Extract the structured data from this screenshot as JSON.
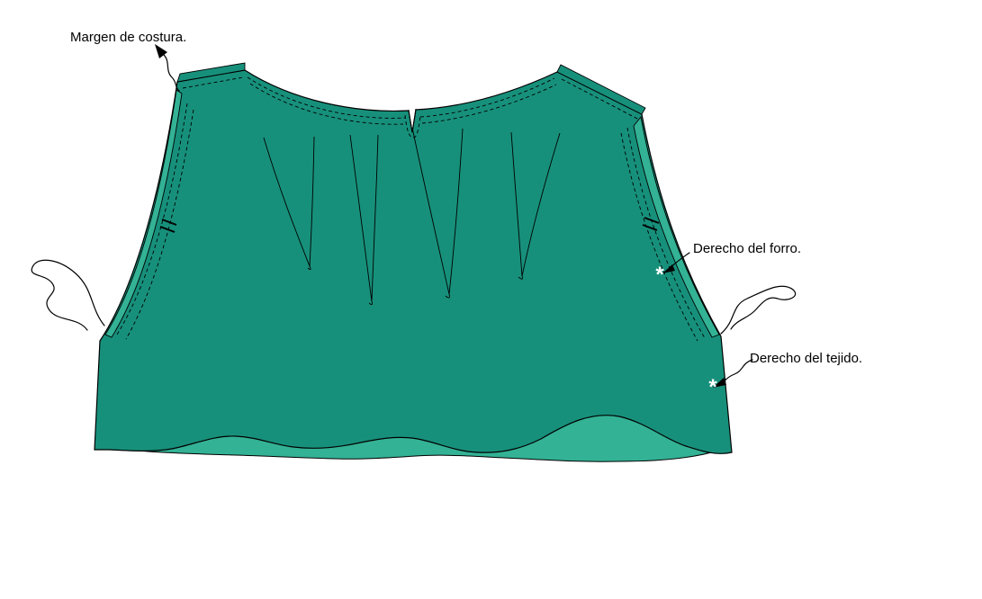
{
  "colors": {
    "background": "#ffffff",
    "fabric": "#17907B",
    "lining": "#33B295",
    "outline": "#000000",
    "marker": "#ffffff"
  },
  "annotations": {
    "seam_allowance": {
      "label": "Margen de costura."
    },
    "lining_right_side": {
      "label": "Derecho del forro."
    },
    "fabric_right_side": {
      "label": "Derecho del tejido."
    }
  },
  "markers": {
    "lining_asterisk": "*",
    "fabric_asterisk": "*"
  }
}
